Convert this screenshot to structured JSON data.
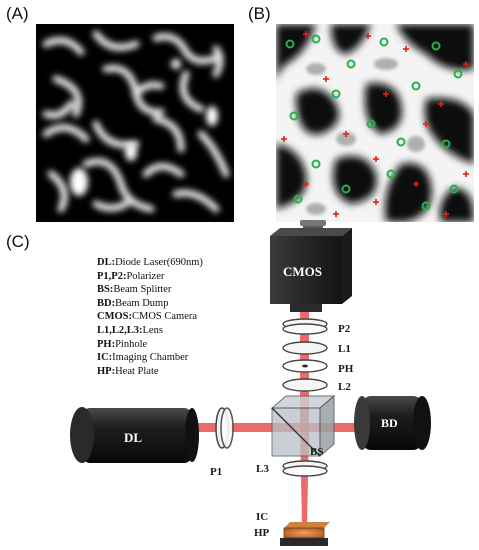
{
  "panels": {
    "a_label": "(A)",
    "b_label": "(B)",
    "c_label": "(C)"
  },
  "legend": [
    {
      "key": "DL",
      "value": "Diode Laser(690nm)"
    },
    {
      "key": "P1,P2",
      "value": "Polarizer"
    },
    {
      "key": "BS",
      "value": "Beam Splitter"
    },
    {
      "key": "BD",
      "value": "Beam Dump"
    },
    {
      "key": "CMOS",
      "value": "CMOS Camera"
    },
    {
      "key": "L1,L2,L3",
      "value": "Lens"
    },
    {
      "key": "PH",
      "value": "Pinhole"
    },
    {
      "key": "IC",
      "value": "Imaging Chamber"
    },
    {
      "key": "HP",
      "value": "Heat Plate"
    }
  ],
  "components": {
    "dl": "DL",
    "p1": "P1",
    "bs": "BS",
    "bd": "BD",
    "cmos": "CMOS",
    "p2": "P2",
    "l1": "L1",
    "ph": "PH",
    "l2": "L2",
    "l3": "L3",
    "ic": "IC",
    "hp": "HP"
  },
  "colors": {
    "beam": "#e53935",
    "marker_green": "#22b34a",
    "marker_red": "#e02020",
    "device_dark": "#1c1c1c"
  }
}
